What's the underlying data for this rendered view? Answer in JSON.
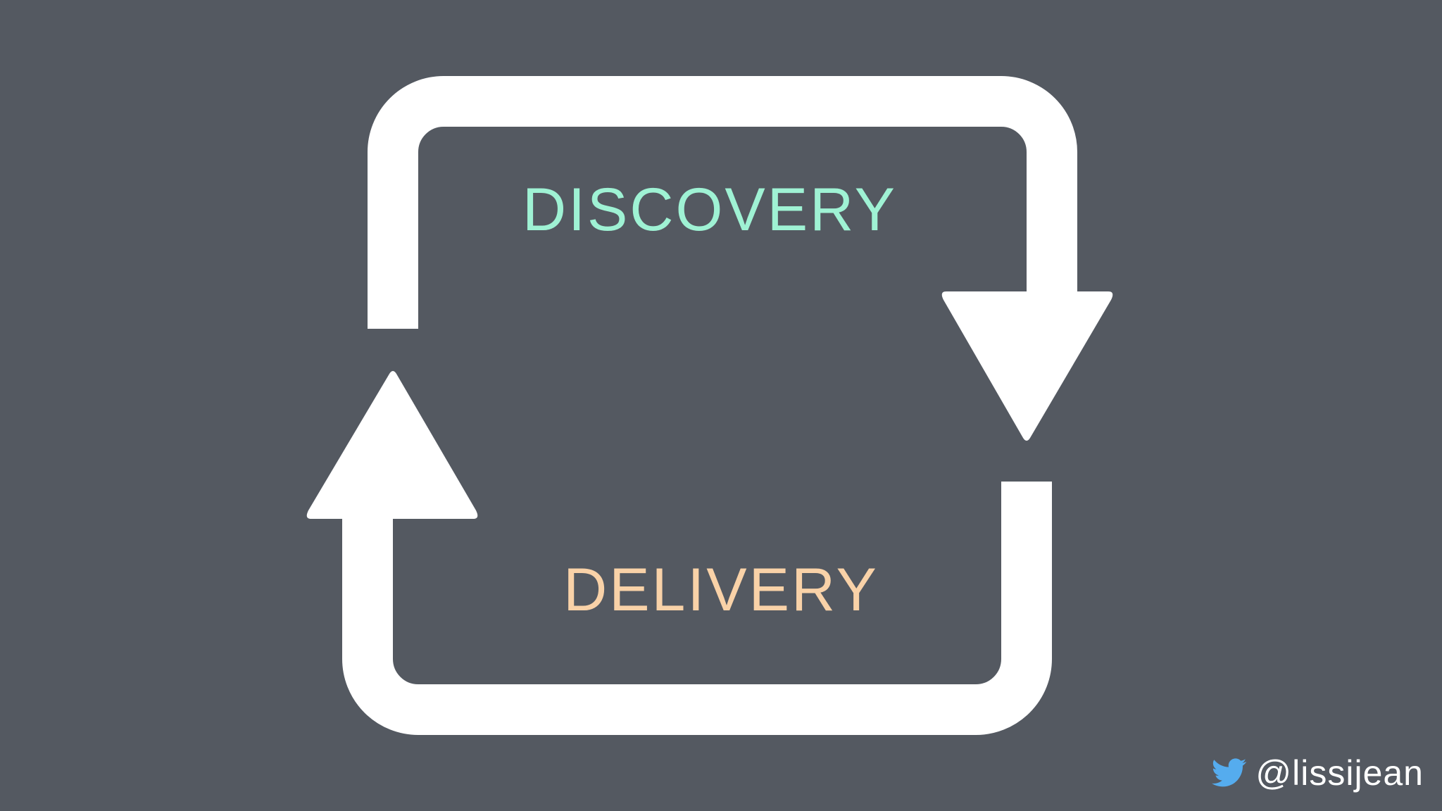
{
  "slide": {
    "background": "#545961",
    "diagram": {
      "stroke_color": "#ffffff",
      "top_label": "DISCOVERY",
      "top_label_color": "#9ff2d4",
      "bottom_label": "DELIVERY",
      "bottom_label_color": "#f9d2a8"
    },
    "footer": {
      "icon": "twitter-bird-icon",
      "icon_color": "#55acee",
      "handle": "@lissijean"
    }
  }
}
